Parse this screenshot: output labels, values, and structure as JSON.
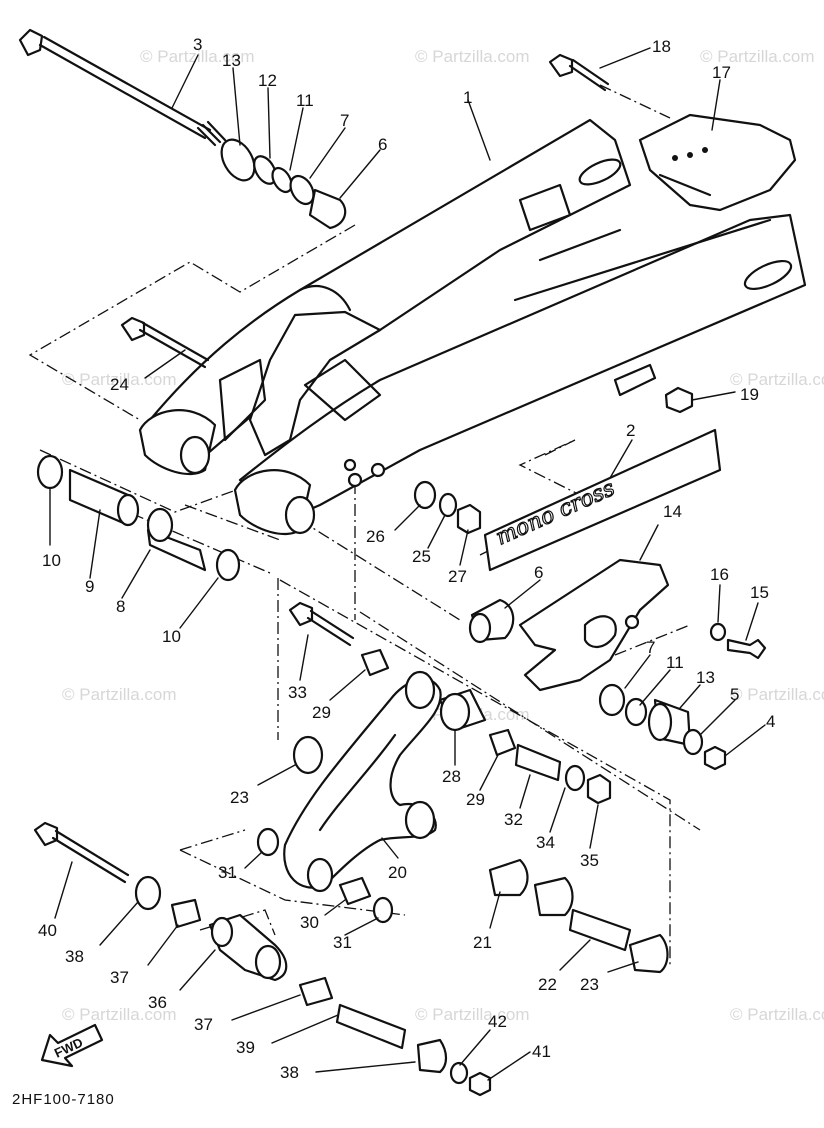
{
  "drawing_code": "2HF100-7180",
  "watermark": "© Partzilla.com",
  "fwd_label": "FWD",
  "decal_text": "mono cross",
  "part_numbers": {
    "p1": "1",
    "p2": "2",
    "p3": "3",
    "p4": "4",
    "p5": "5",
    "p6a": "6",
    "p6b": "6",
    "p7a": "7",
    "p7b": "7",
    "p8": "8",
    "p9": "9",
    "p10a": "10",
    "p10b": "10",
    "p11a": "11",
    "p11b": "11",
    "p12": "12",
    "p13a": "13",
    "p13b": "13",
    "p14": "14",
    "p15": "15",
    "p16": "16",
    "p17": "17",
    "p18": "18",
    "p19": "19",
    "p20": "20",
    "p21": "21",
    "p22": "22",
    "p23a": "23",
    "p23b": "23",
    "p24": "24",
    "p25": "25",
    "p26": "26",
    "p27": "27",
    "p28": "28",
    "p29a": "29",
    "p29b": "29",
    "p30": "30",
    "p31a": "31",
    "p31b": "31",
    "p32": "32",
    "p33": "33",
    "p34": "34",
    "p35": "35",
    "p36": "36",
    "p37a": "37",
    "p37b": "37",
    "p38a": "38",
    "p38b": "38",
    "p39": "39",
    "p40": "40",
    "p41": "41",
    "p42": "42"
  }
}
